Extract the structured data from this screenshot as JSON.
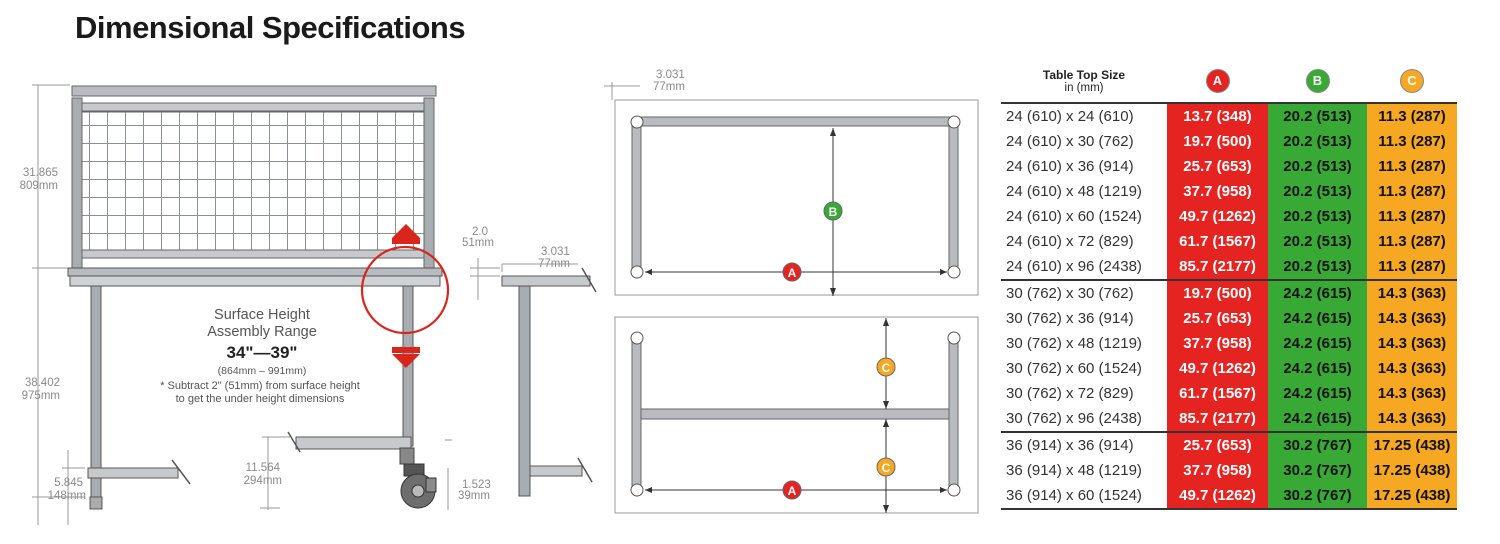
{
  "title": "Dimensional Specifications",
  "colors": {
    "a": "#e52421",
    "b": "#39a935",
    "c": "#f7a823"
  },
  "dims": {
    "d1": [
      "31.865",
      "809mm"
    ],
    "d2": [
      "38.402",
      "975mm"
    ],
    "d3": [
      "5.845",
      "148mm"
    ],
    "d4": [
      "11.564",
      "294mm"
    ],
    "d5": [
      "1.523",
      "39mm"
    ],
    "d6": [
      "2.0",
      "51mm"
    ],
    "d7": [
      "3.031",
      "77mm"
    ],
    "d8": [
      "3.031",
      "77mm"
    ]
  },
  "surface": {
    "heading1": "Surface Height",
    "heading2": "Assembly Range",
    "range": "34\"—39\"",
    "metric": "(864mm – 991mm)",
    "note1": "* Subtract 2\" (51mm) from surface height",
    "note2": "to get the under height dimensions"
  },
  "labels": {
    "a": "A",
    "b": "B",
    "c": "C"
  },
  "table": {
    "header_size": "Table Top Size",
    "header_unit": "in (mm)",
    "col_badges": [
      "A",
      "B",
      "C"
    ],
    "rows": [
      {
        "size": "24 (610) x 24 (610)",
        "a": "13.7 (348)",
        "b": "20.2 (513)",
        "c": "11.3 (287)"
      },
      {
        "size": "24 (610) x 30 (762)",
        "a": "19.7 (500)",
        "b": "20.2 (513)",
        "c": "11.3 (287)"
      },
      {
        "size": "24 (610) x 36 (914)",
        "a": "25.7 (653)",
        "b": "20.2 (513)",
        "c": "11.3 (287)"
      },
      {
        "size": "24 (610) x 48 (1219)",
        "a": "37.7 (958)",
        "b": "20.2 (513)",
        "c": "11.3 (287)"
      },
      {
        "size": "24 (610) x 60 (1524)",
        "a": "49.7 (1262)",
        "b": "20.2 (513)",
        "c": "11.3 (287)"
      },
      {
        "size": "24 (610) x 72 (829)",
        "a": "61.7 (1567)",
        "b": "20.2 (513)",
        "c": "11.3 (287)"
      },
      {
        "size": "24 (610) x 96 (2438)",
        "a": "85.7 (2177)",
        "b": "20.2 (513)",
        "c": "11.3 (287)"
      },
      {
        "size": "30 (762) x 30 (762)",
        "a": "19.7 (500)",
        "b": "24.2 (615)",
        "c": "14.3 (363)"
      },
      {
        "size": "30 (762) x 36 (914)",
        "a": "25.7 (653)",
        "b": "24.2 (615)",
        "c": "14.3 (363)"
      },
      {
        "size": "30 (762) x 48 (1219)",
        "a": "37.7 (958)",
        "b": "24.2 (615)",
        "c": "14.3 (363)"
      },
      {
        "size": "30 (762) x 60 (1524)",
        "a": "49.7 (1262)",
        "b": "24.2 (615)",
        "c": "14.3 (363)"
      },
      {
        "size": "30 (762) x 72 (829)",
        "a": "61.7 (1567)",
        "b": "24.2 (615)",
        "c": "14.3 (363)"
      },
      {
        "size": "30 (762) x 96 (2438)",
        "a": "85.7 (2177)",
        "b": "24.2 (615)",
        "c": "14.3 (363)"
      },
      {
        "size": "36 (914) x 36 (914)",
        "a": "25.7 (653)",
        "b": "30.2 (767)",
        "c": "17.25 (438)"
      },
      {
        "size": "36 (914) x 48 (1219)",
        "a": "37.7 (958)",
        "b": "30.2 (767)",
        "c": "17.25 (438)"
      },
      {
        "size": "36 (914) x 60 (1524)",
        "a": "49.7 (1262)",
        "b": "30.2 (767)",
        "c": "17.25 (438)"
      }
    ]
  }
}
